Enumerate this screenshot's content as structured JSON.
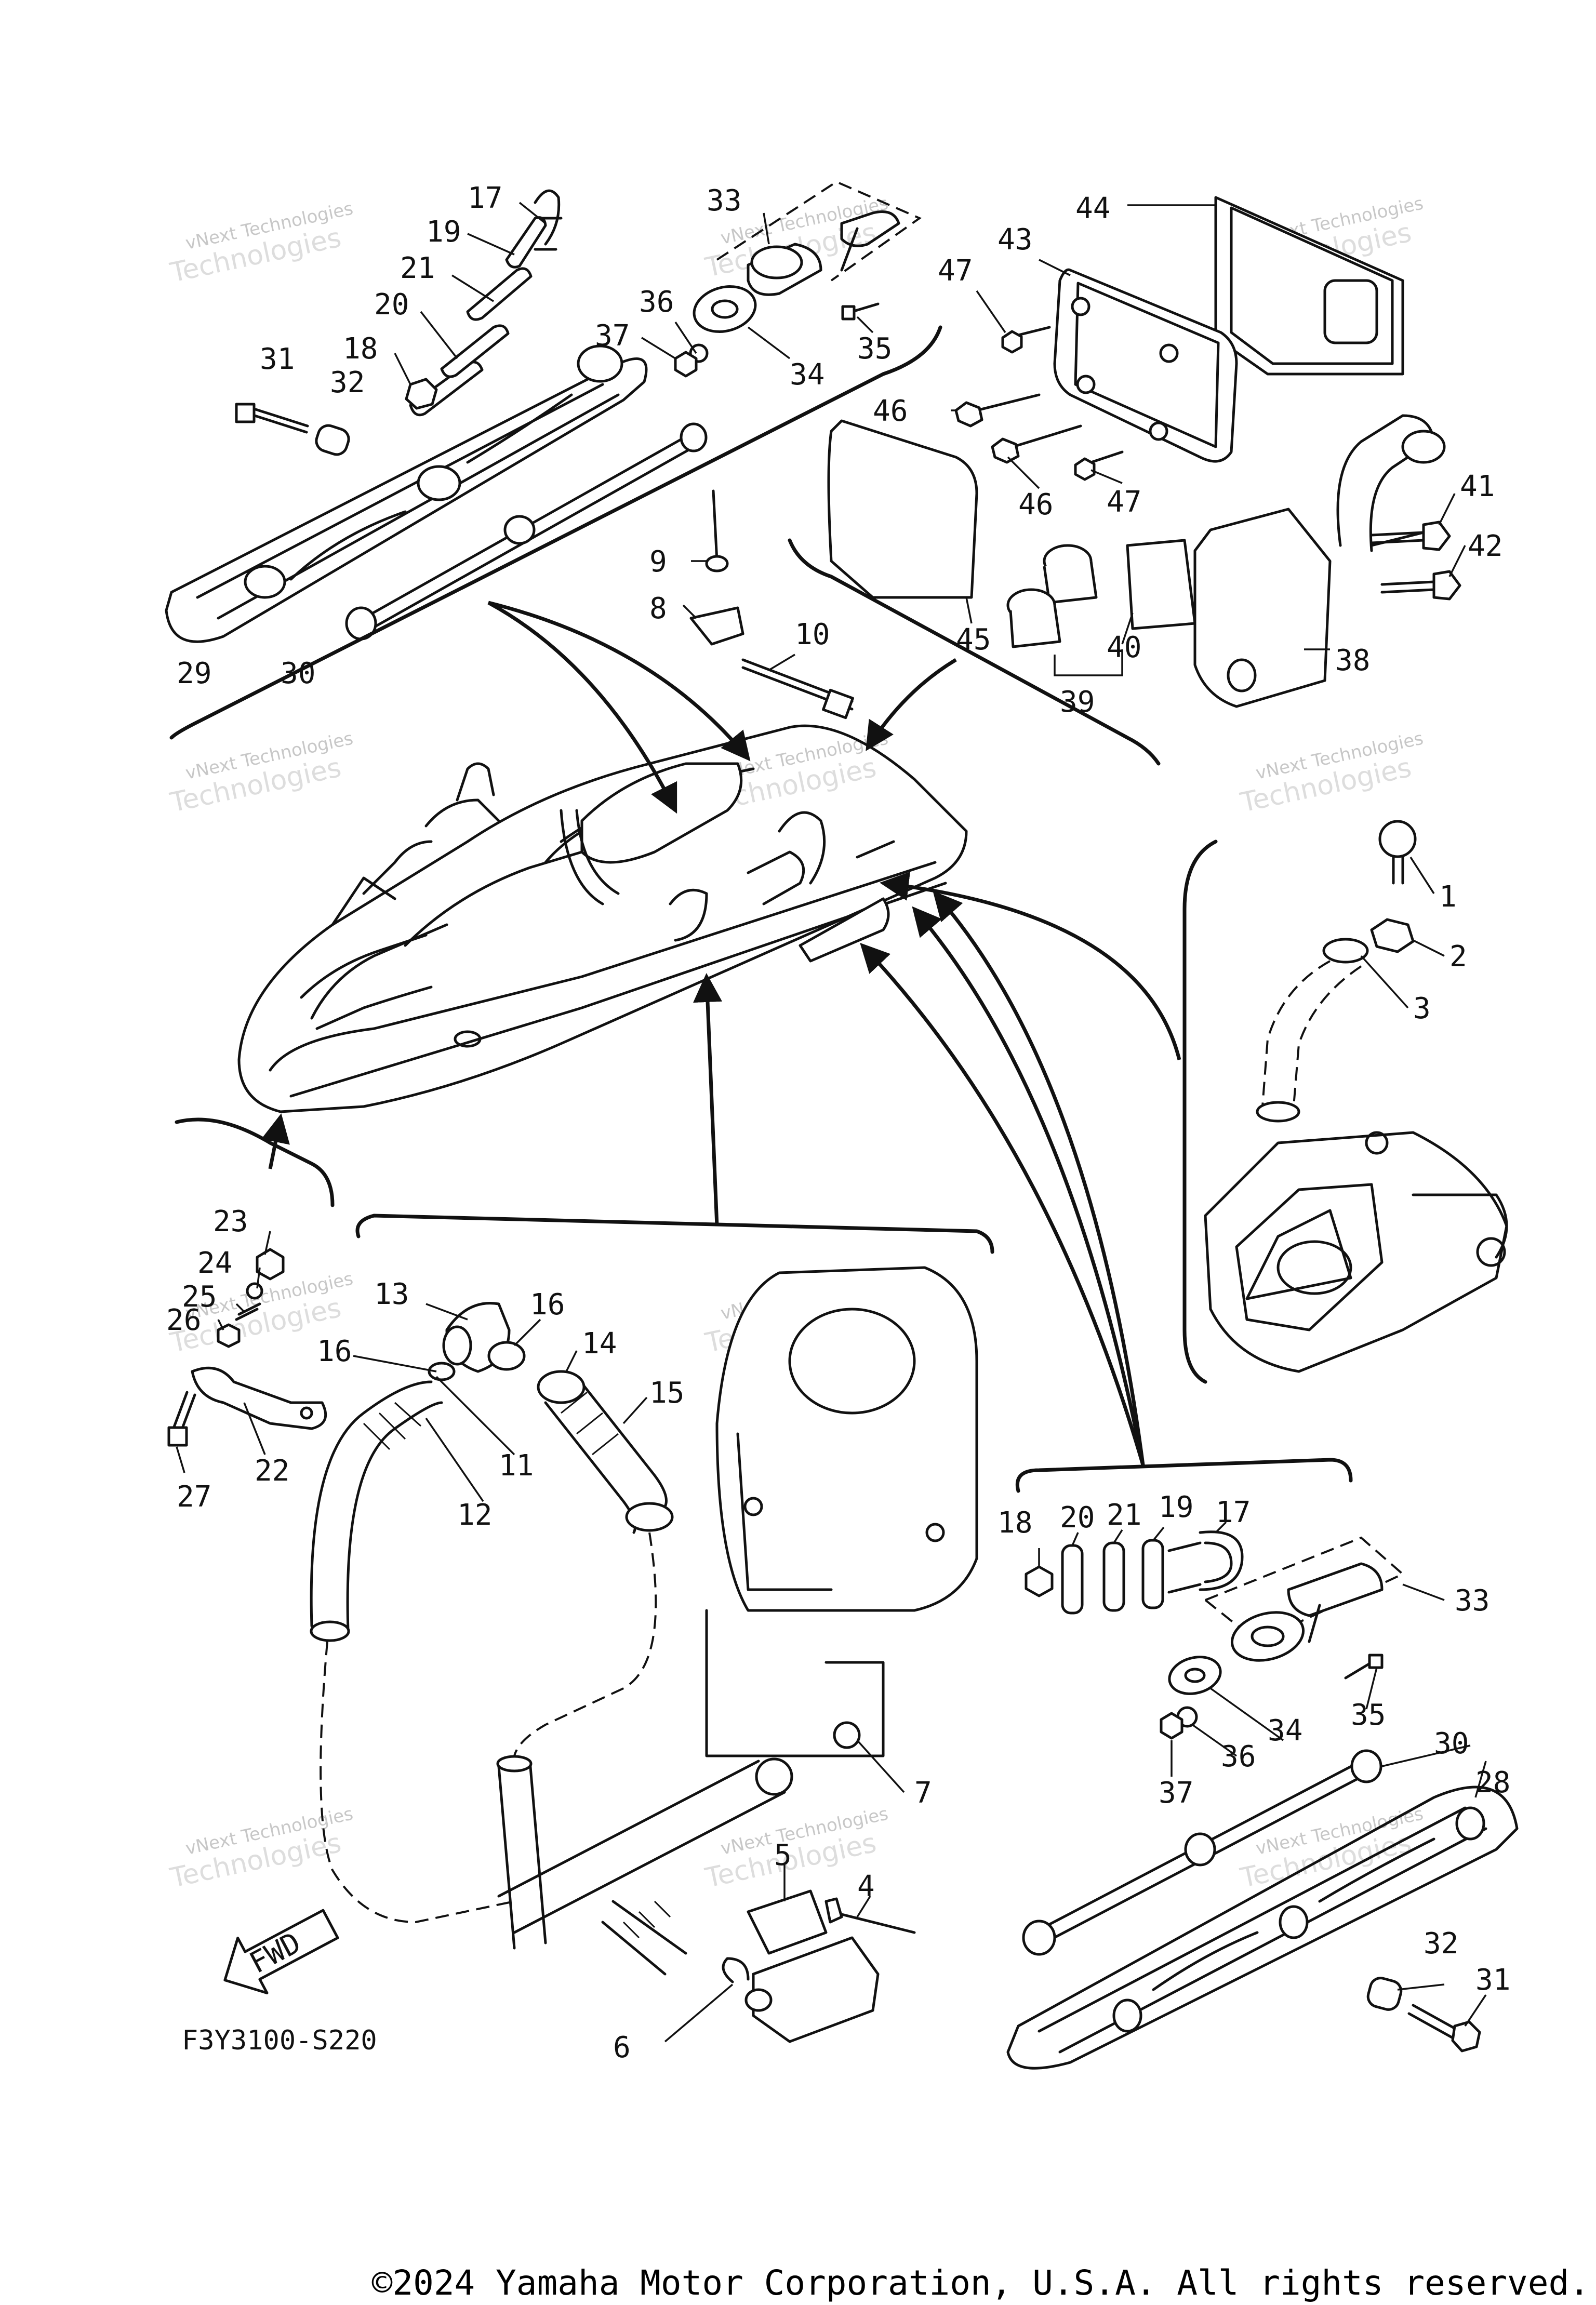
{
  "diagram": {
    "code": "F3Y3100-S220",
    "fwd_label": "FWD",
    "watermark": {
      "line1": "vNext Technologies",
      "line2": "Technologies"
    },
    "copyright": "©2024 Yamaha Motor Corporation, U.S.A. All rights reserved.",
    "callouts": [
      "1",
      "2",
      "3",
      "4",
      "5",
      "6",
      "7",
      "8",
      "9",
      "10",
      "11",
      "12",
      "13",
      "14",
      "15",
      "16",
      "16",
      "17",
      "17",
      "18",
      "18",
      "19",
      "19",
      "20",
      "20",
      "21",
      "21",
      "22",
      "23",
      "24",
      "25",
      "26",
      "27",
      "28",
      "29",
      "30",
      "30",
      "31",
      "31",
      "32",
      "32",
      "33",
      "33",
      "34",
      "34",
      "35",
      "35",
      "36",
      "36",
      "37",
      "37",
      "38",
      "39",
      "40",
      "41",
      "42",
      "43",
      "44",
      "45",
      "46",
      "46",
      "47",
      "47"
    ]
  }
}
